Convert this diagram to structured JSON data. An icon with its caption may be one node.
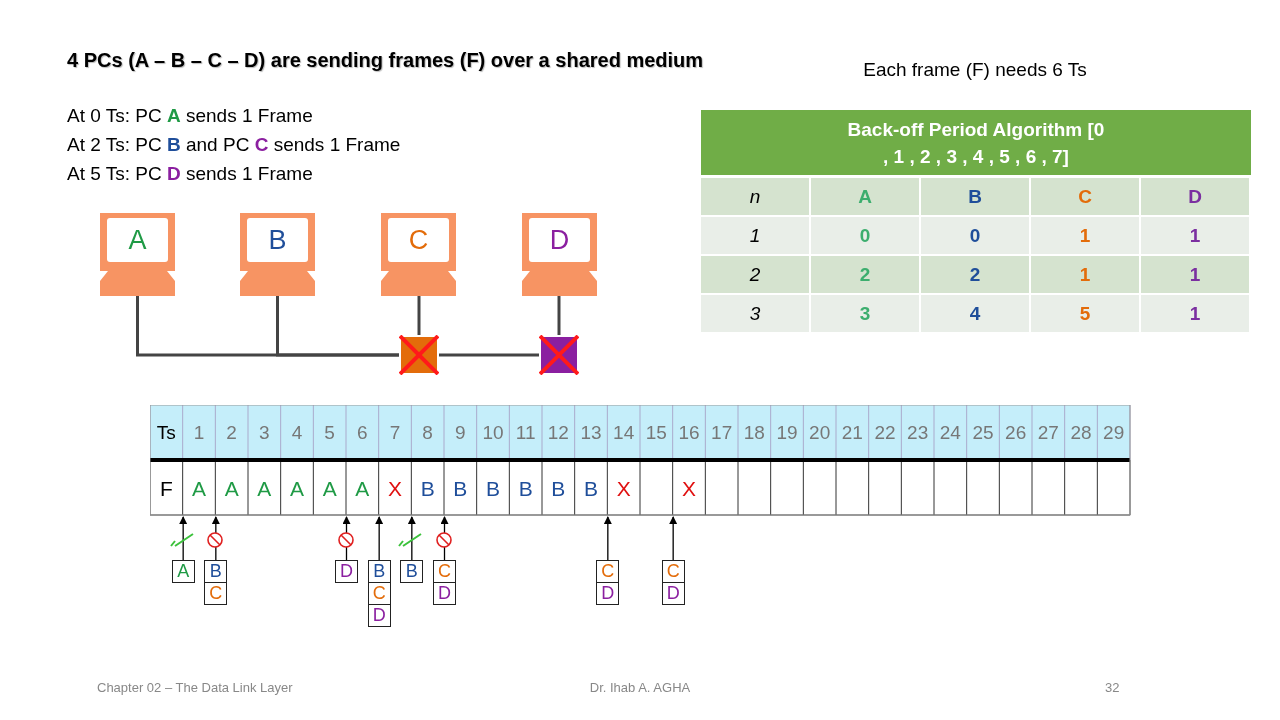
{
  "diagram": {
    "title": "4 PCs (A – B – C – D) are sending frames (F) over a shared medium",
    "nodes": [
      {
        "text": [
          "A"
        ]
      },
      {
        "text": [
          "B"
        ]
      },
      {
        "text": [
          "C"
        ]
      },
      {
        "text": [
          "D"
        ]
      },
      {
        "text": [],
        "shape": "box"
      },
      {
        "text": [],
        "shape": "box"
      },
      {
        "text": [
          "A"
        ]
      },
      {
        "text": [
          "B",
          "C"
        ]
      },
      {
        "text": [
          "D"
        ]
      },
      {
        "text": [
          "B",
          "C",
          "D"
        ]
      },
      {
        "text": [
          "B"
        ]
      },
      {
        "text": [
          "C",
          "D"
        ]
      },
      {
        "text": [
          "C",
          "D"
        ]
      },
      {
        "text": [
          "C",
          "D"
        ]
      },
      {
        "text": [],
        "shape": "box"
      }
    ],
    "edges": [
      {
        "from": 0,
        "to": 4,
        "arrow": "none"
      },
      {
        "from": 1,
        "to": 4,
        "arrow": "none"
      },
      {
        "from": 2,
        "to": 4,
        "arrow": "none"
      },
      {
        "from": 4,
        "to": 5,
        "arrow": "none"
      },
      {
        "from": 3,
        "to": 5,
        "arrow": "none"
      },
      {
        "from": 6,
        "to": 14,
        "arrow": "to"
      },
      {
        "from": 7,
        "to": 14,
        "arrow": "to"
      },
      {
        "from": 8,
        "to": 14,
        "arrow": "to"
      },
      {
        "from": 9,
        "to": 14,
        "arrow": "to"
      },
      {
        "from": 10,
        "to": 14,
        "arrow": "to"
      },
      {
        "from": 11,
        "to": 14,
        "arrow": "to"
      },
      {
        "from": 12,
        "to": 14,
        "arrow": "to"
      },
      {
        "from": 13,
        "to": 14,
        "arrow": "to"
      }
    ],
    "labels": [
      "Each frame (F) needs 6 Ts",
      "At 0 Ts: PC **A** sends 1 Frame",
      "At 2 Ts: PC **B** and PC **C** sends 1 Frame",
      "At 5 Ts: PC **D** sends 1 Frame",
      "Back-off Period Algorithm [0 , 1 , 2 , 3 , 4 , 5 , 6 , 7]",
      "n",
      "A",
      "B",
      "C",
      "D",
      "1",
      "0",
      "0",
      "1",
      "1",
      "2",
      "2",
      "2",
      "1",
      "1",
      "3",
      "3",
      "4",
      "5",
      "1",
      "Ts",
      "1",
      "2",
      "3",
      "4",
      "5",
      "6",
      "7",
      "8",
      "9",
      "10",
      "11",
      "12",
      "13",
      "14",
      "15",
      "16",
      "17",
      "18",
      "19",
      "20",
      "21",
      "22",
      "23",
      "24",
      "25",
      "26",
      "27",
      "28",
      "29",
      "F",
      "A",
      "A",
      "A",
      "A",
      "A",
      "A",
      "X",
      "B",
      "B",
      "B",
      "B",
      "B",
      "B",
      "X",
      "X",
      "Chapter 02 – The Data Link Layer",
      "Dr. Ihab A. AGHA",
      "32"
    ]
  }
}
